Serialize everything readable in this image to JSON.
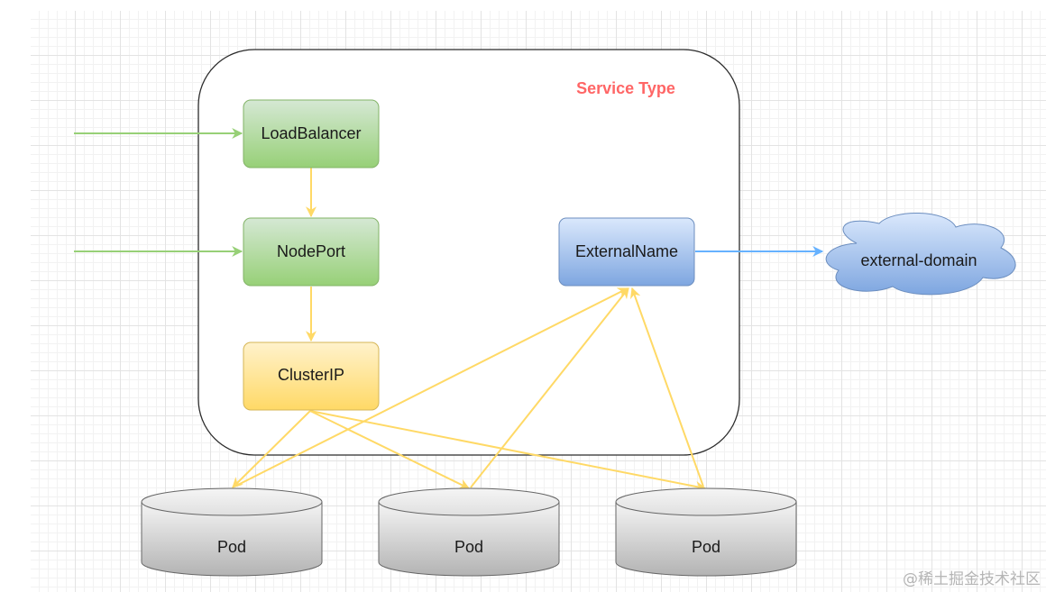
{
  "diagram": {
    "title": "Service Type",
    "nodes": {
      "loadbalancer": "LoadBalancer",
      "nodeport": "NodePort",
      "clusterip": "ClusterIP",
      "externalname": "ExternalName",
      "external_domain": "external-domain"
    },
    "pods": [
      "Pod",
      "Pod",
      "Pod"
    ]
  },
  "colors": {
    "title": "#ff6666",
    "green_fill": "#8fd07a",
    "green_stroke": "#82b366",
    "yellow_fill": "#ffd966",
    "yellow_stroke": "#d6b656",
    "blue_fill": "#7ea6e0",
    "blue_stroke": "#6c8ebf",
    "arrow_green": "#97d077",
    "arrow_yellow": "#ffd966",
    "arrow_blue": "#66b2ff"
  },
  "watermark": "@稀土掘金技术社区"
}
